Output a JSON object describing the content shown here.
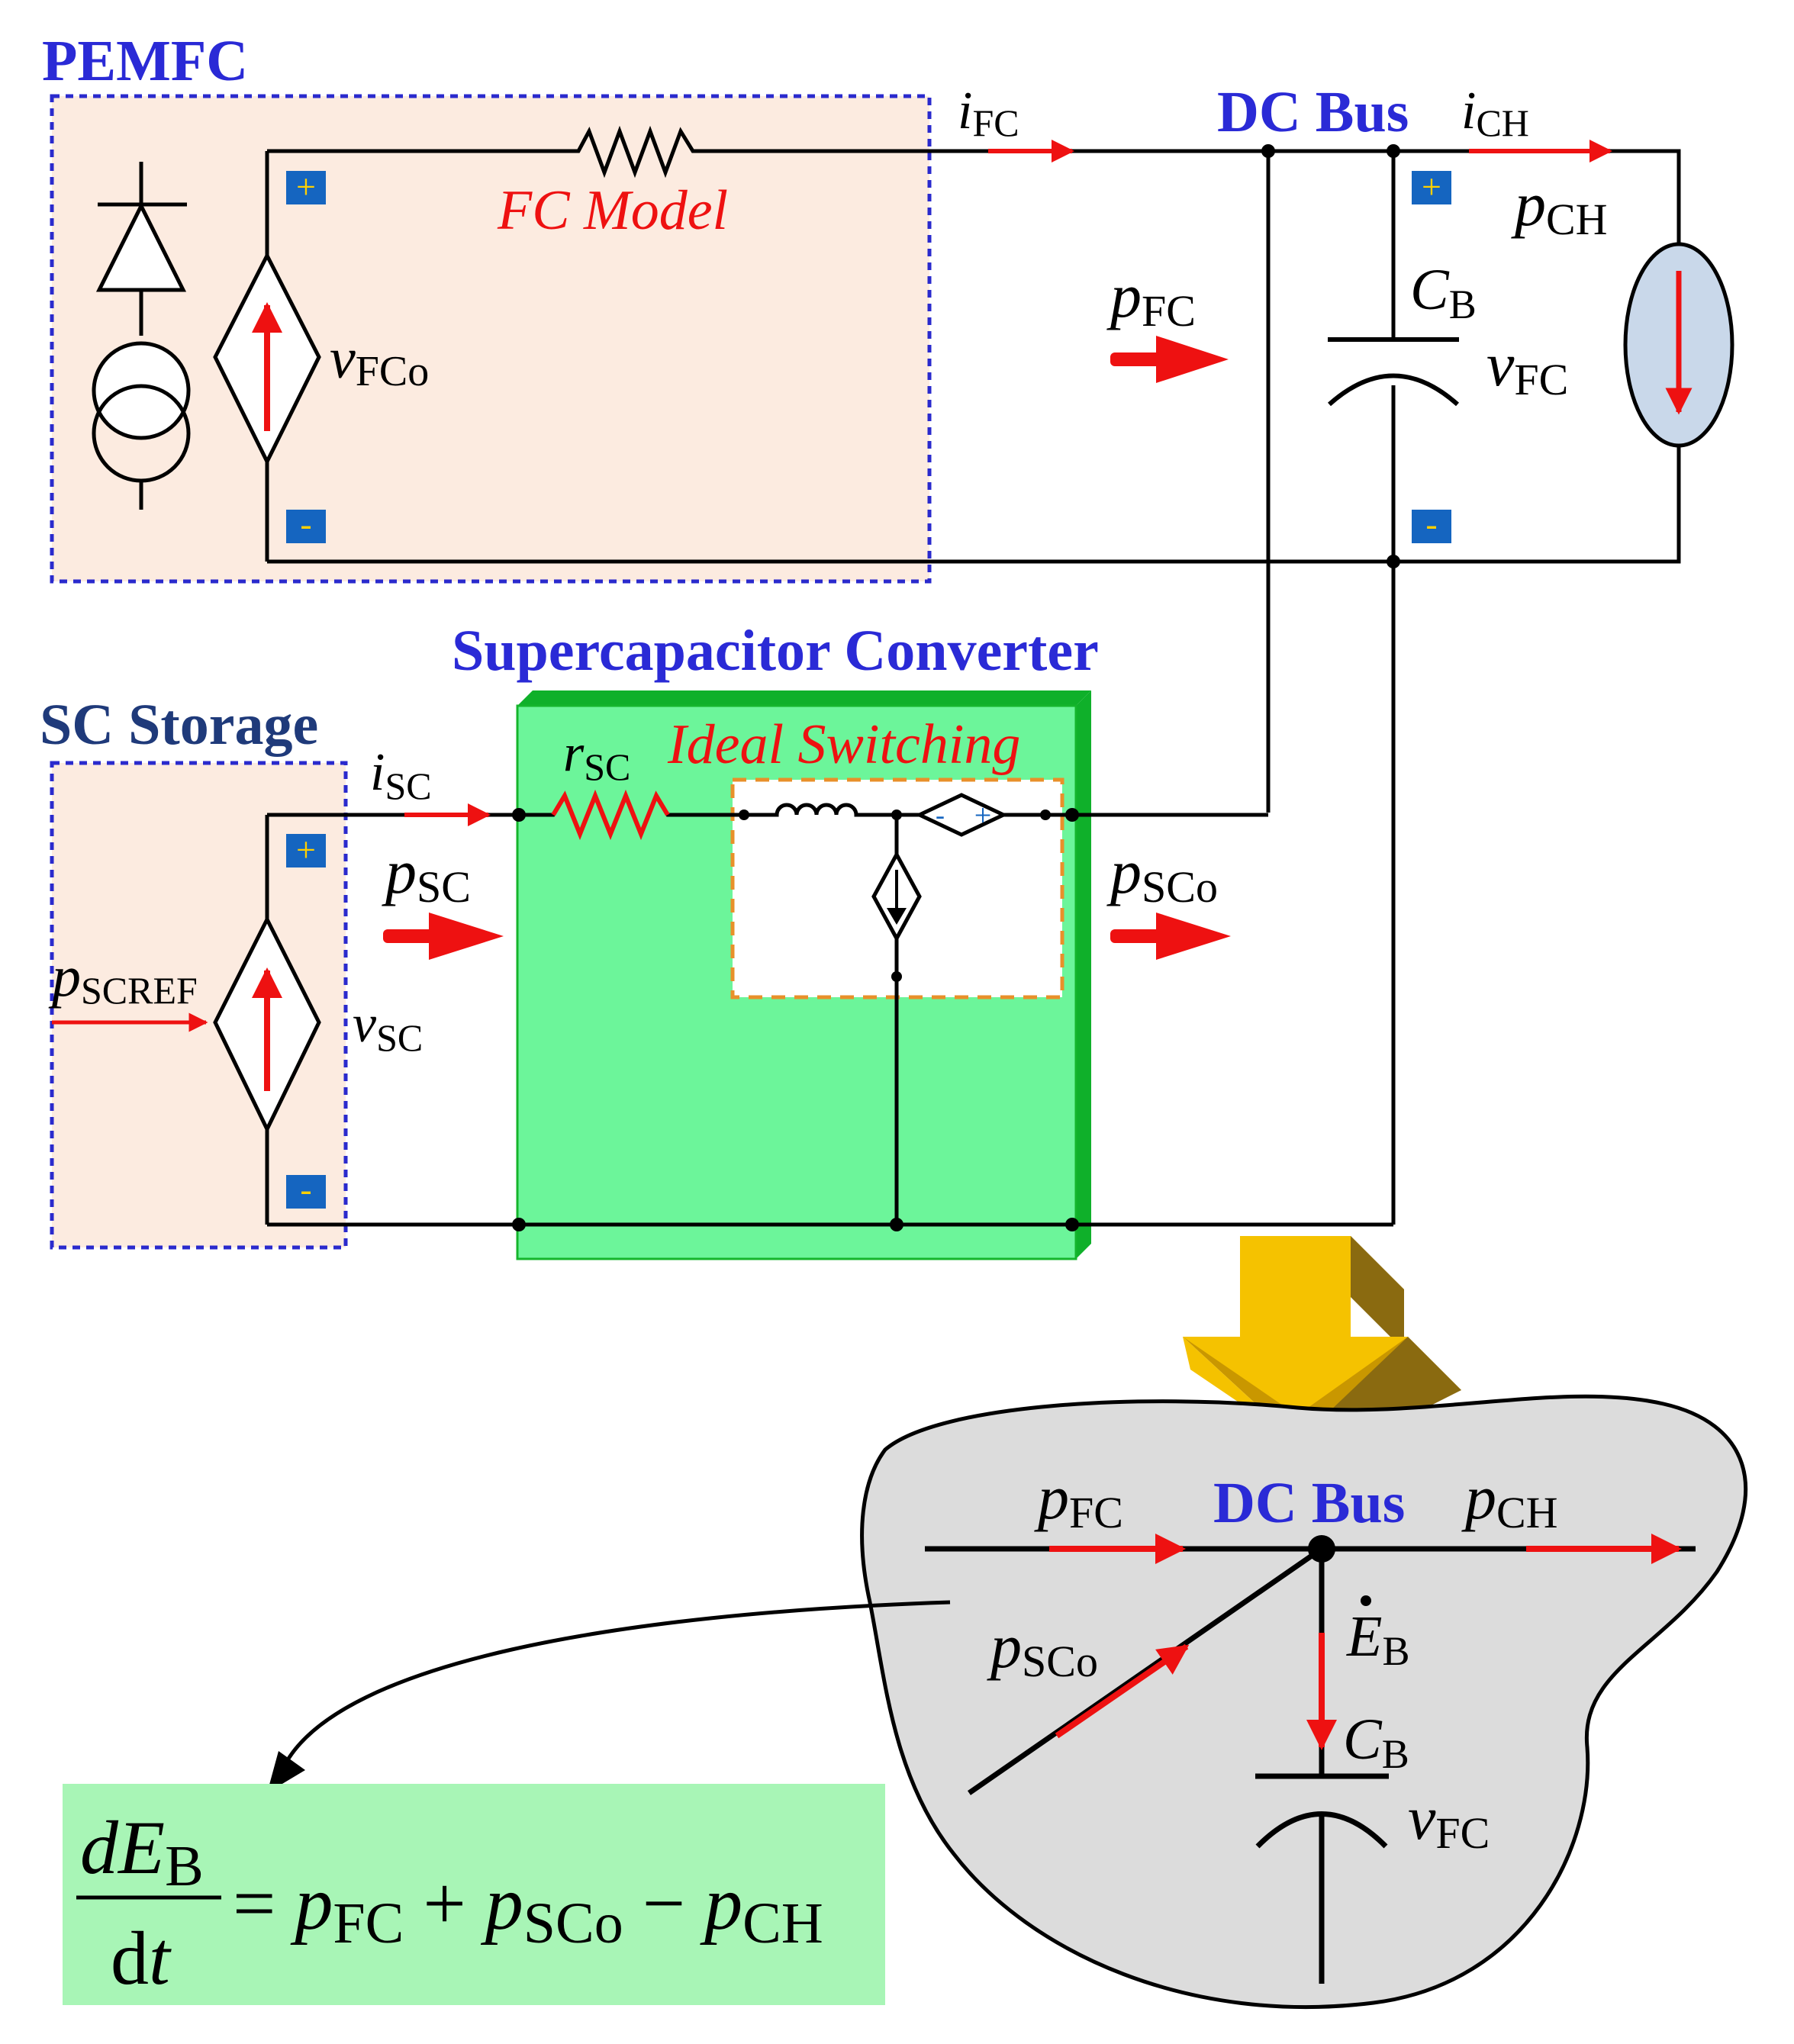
{
  "titles": {
    "pemfc": "PEMFC",
    "dc_bus": "DC Bus",
    "sc_converter": "Supercapacitor Converter",
    "sc_storage": "SC Storage",
    "dc_bus_lower": "DC Bus"
  },
  "annotations": {
    "fc_model": "FC Model",
    "ideal_switching": "Ideal Switching"
  },
  "labels": {
    "i_fc": {
      "main": "i",
      "sub": "FC"
    },
    "i_ch": {
      "main": "i",
      "sub": "CH"
    },
    "p_ch": {
      "main": "p",
      "sub": "CH"
    },
    "p_fc": {
      "main": "p",
      "sub": "FC"
    },
    "c_b": {
      "main": "C",
      "sub": "B"
    },
    "v_fc": {
      "main": "v",
      "sub": "FC"
    },
    "v_fco": {
      "main": "v",
      "sub": "FCo"
    },
    "r_sc": {
      "main": "r",
      "sub": "SC"
    },
    "i_sc": {
      "main": "i",
      "sub": "SC"
    },
    "p_sc": {
      "main": "p",
      "sub": "SC"
    },
    "p_sco": {
      "main": "p",
      "sub": "SCo"
    },
    "p_scref": {
      "main": "p",
      "sub": "SCREF"
    },
    "v_sc": {
      "main": "v",
      "sub": "SC"
    }
  },
  "bus_detail": {
    "p_fc": {
      "main": "p",
      "sub": "FC"
    },
    "p_ch": {
      "main": "p",
      "sub": "CH"
    },
    "p_sco": {
      "main": "p",
      "sub": "SCo"
    },
    "e_b": {
      "main": "E",
      "sub": "B"
    },
    "c_b": {
      "main": "C",
      "sub": "B"
    },
    "v_fc": {
      "main": "v",
      "sub": "FC"
    }
  },
  "equation": {
    "numerator_d": "d",
    "numerator_e": "E",
    "numerator_sub": "B",
    "denominator": "dt",
    "rhs": [
      {
        "text": "=",
        "type": "op"
      },
      {
        "text": "p",
        "type": "var"
      },
      {
        "text": "FC",
        "type": "sub"
      },
      {
        "text": "+",
        "type": "op"
      },
      {
        "text": "p",
        "type": "var"
      },
      {
        "text": "SCo",
        "type": "sub"
      },
      {
        "text": "−",
        "type": "op"
      },
      {
        "text": "p",
        "type": "var"
      },
      {
        "text": "CH",
        "type": "sub"
      }
    ]
  },
  "terminals": {
    "plus": "+",
    "minus": "-"
  },
  "colors": {
    "peach": "#fcebe0",
    "green": "#6cf59a",
    "green_dark": "#15b52c",
    "red": "#ee1111",
    "blue_title": "#2a2ad6",
    "navy_title": "#1f3a7a",
    "eq_bg": "#a8f5b6",
    "bus_bg": "#dcdcdc",
    "gold": "#f5c200",
    "load_fill": "#c9d8ea"
  }
}
